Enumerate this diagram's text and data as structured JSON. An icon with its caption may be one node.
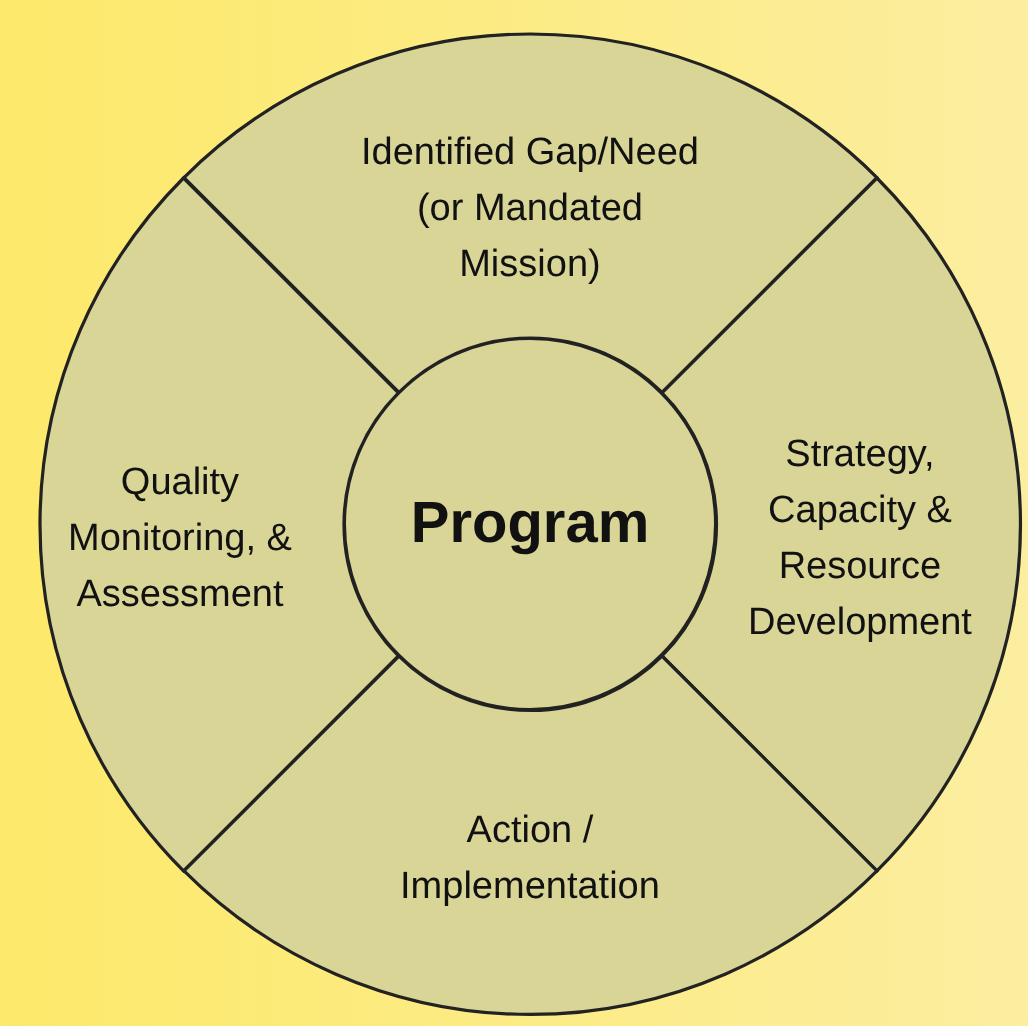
{
  "diagram": {
    "nodes": [
      {
        "text": [
          "Identified Gap/Need (or Mandated Mission)"
        ]
      },
      {
        "text": [
          "Quality Monitoring, & Assessment"
        ]
      },
      {
        "text": [
          "Program"
        ]
      },
      {
        "text": [
          "Strategy, Capacity & Resource Development"
        ]
      },
      {
        "text": [
          "Action / Implementation"
        ]
      }
    ]
  }
}
